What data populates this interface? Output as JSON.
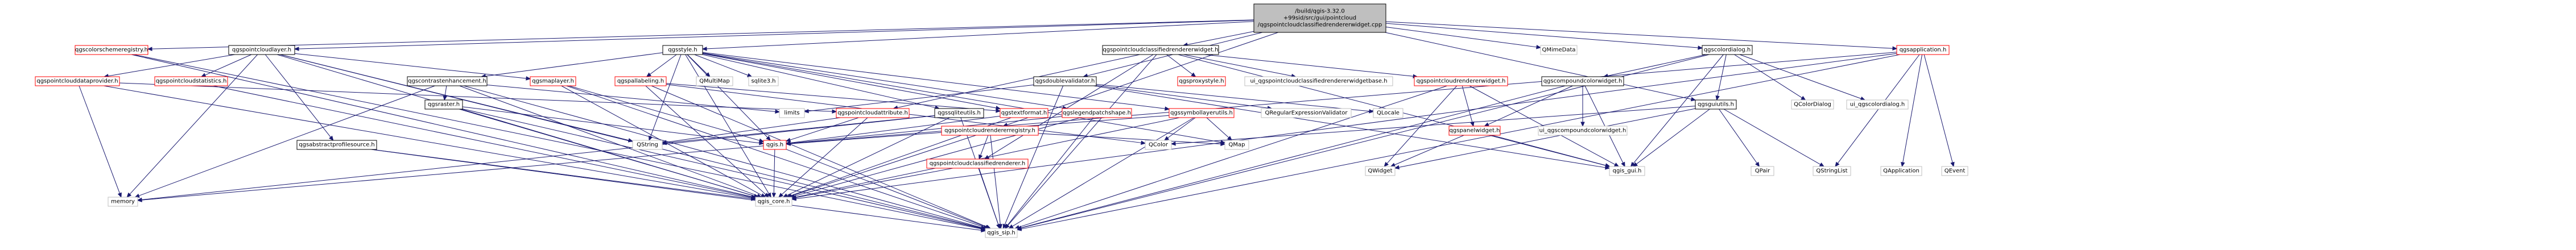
{
  "colors": {
    "edge": "#191970",
    "node_border_black": "#000000",
    "node_border_red": "#ff0000",
    "node_border_grey": "#bfbfbf",
    "node_fill_default": "#ffffff",
    "node_fill_root": "#bfbfbf"
  },
  "nodes": [
    {
      "id": "root",
      "lines": [
        "/build/qgis-3.32.0",
        "+99sid/src/gui/pointcloud",
        "/qgspointcloudclassifiedrendererwidget.cpp"
      ],
      "style": "root"
    },
    {
      "id": "qgscolorschemeregistry",
      "lines": [
        "qgscolorschemeregistry.h"
      ],
      "style": "red"
    },
    {
      "id": "qgspointcloudlayer",
      "lines": [
        "qgspointcloudlayer.h"
      ],
      "style": "black"
    },
    {
      "id": "qgsstyle",
      "lines": [
        "qgsstyle.h"
      ],
      "style": "black"
    },
    {
      "id": "qgspointcloudclassifiedrendererwidget",
      "lines": [
        "qgspointcloudclassifiedrendererwidget.h"
      ],
      "style": "black"
    },
    {
      "id": "qmimedata",
      "lines": [
        "QMimeData"
      ],
      "style": "grey"
    },
    {
      "id": "qgscolordialog",
      "lines": [
        "qgscolordialog.h"
      ],
      "style": "black"
    },
    {
      "id": "qgsapplication",
      "lines": [
        "qgsapplication.h"
      ],
      "style": "red"
    },
    {
      "id": "qgspointclouddataprovider",
      "lines": [
        "qgspointclouddataprovider.h"
      ],
      "style": "red"
    },
    {
      "id": "qgspointcloudstatistics",
      "lines": [
        "qgspointcloudstatistics.h"
      ],
      "style": "red"
    },
    {
      "id": "qgscontrastenhancement",
      "lines": [
        "qgscontrastenhancement.h"
      ],
      "style": "black"
    },
    {
      "id": "qgsmaplayer",
      "lines": [
        "qgsmaplayer.h"
      ],
      "style": "red"
    },
    {
      "id": "qgspallabeling",
      "lines": [
        "qgspallabeling.h"
      ],
      "style": "red"
    },
    {
      "id": "qmultimap",
      "lines": [
        "QMultiMap"
      ],
      "style": "grey"
    },
    {
      "id": "sqlite3",
      "lines": [
        "sqlite3.h"
      ],
      "style": "grey"
    },
    {
      "id": "qgsdoublevalidator",
      "lines": [
        "qgsdoublevalidator.h"
      ],
      "style": "black"
    },
    {
      "id": "qgsproxystyle",
      "lines": [
        "qgsproxystyle.h"
      ],
      "style": "red"
    },
    {
      "id": "ui_widgetbase",
      "lines": [
        "ui_qgspointcloudclassifiedrendererwidgetbase.h"
      ],
      "style": "grey"
    },
    {
      "id": "qgspointcloudrendererwidget",
      "lines": [
        "qgspointcloudrendererwidget.h"
      ],
      "style": "red"
    },
    {
      "id": "qgscompoundcolorwidget",
      "lines": [
        "qgscompoundcolorwidget.h"
      ],
      "style": "black"
    },
    {
      "id": "qgsguiutils",
      "lines": [
        "qgsguiutils.h"
      ],
      "style": "black"
    },
    {
      "id": "qcolordialog",
      "lines": [
        "QColorDialog"
      ],
      "style": "grey"
    },
    {
      "id": "ui_qgscolordialog",
      "lines": [
        "ui_qgscolordialog.h"
      ],
      "style": "grey"
    },
    {
      "id": "qgsraster",
      "lines": [
        "qgsraster.h"
      ],
      "style": "black"
    },
    {
      "id": "limits",
      "lines": [
        "limits"
      ],
      "style": "grey"
    },
    {
      "id": "qgspointcloudattribute",
      "lines": [
        "qgspointcloudattribute.h"
      ],
      "style": "red"
    },
    {
      "id": "qgssqliteutils",
      "lines": [
        "qgssqliteutils.h"
      ],
      "style": "black"
    },
    {
      "id": "qgstextformat",
      "lines": [
        "qgstextformat.h"
      ],
      "style": "red"
    },
    {
      "id": "qgslegendpatchshape",
      "lines": [
        "qgslegendpatchshape.h"
      ],
      "style": "red"
    },
    {
      "id": "qgssymbollayerutils",
      "lines": [
        "qgssymbollayerutils.h"
      ],
      "style": "red"
    },
    {
      "id": "qregularexpressionvalidator",
      "lines": [
        "QRegularExpressionValidator"
      ],
      "style": "grey"
    },
    {
      "id": "qlocale",
      "lines": [
        "QLocale"
      ],
      "style": "grey"
    },
    {
      "id": "qgspointcloudrendererregistry",
      "lines": [
        "qgspointcloudrendererregistry.h"
      ],
      "style": "red"
    },
    {
      "id": "qgspanelwidget",
      "lines": [
        "qgspanelwidget.h"
      ],
      "style": "red"
    },
    {
      "id": "ui_qgscompoundcolorwidget",
      "lines": [
        "ui_qgscompoundcolorwidget.h"
      ],
      "style": "grey"
    },
    {
      "id": "qgsabstractprofilesource",
      "lines": [
        "qgsabstractprofilesource.h"
      ],
      "style": "black"
    },
    {
      "id": "qstring",
      "lines": [
        "QString"
      ],
      "style": "grey"
    },
    {
      "id": "qgis",
      "lines": [
        "qgis.h"
      ],
      "style": "red"
    },
    {
      "id": "qcolor",
      "lines": [
        "QColor"
      ],
      "style": "grey"
    },
    {
      "id": "qmap",
      "lines": [
        "QMap"
      ],
      "style": "grey"
    },
    {
      "id": "qgspointcloudclassifiedrenderer",
      "lines": [
        "qgspointcloudclassifiedrenderer.h"
      ],
      "style": "red"
    },
    {
      "id": "qwidget",
      "lines": [
        "QWidget"
      ],
      "style": "grey"
    },
    {
      "id": "qgis_gui",
      "lines": [
        "qgis_gui.h"
      ],
      "style": "grey"
    },
    {
      "id": "qpair",
      "lines": [
        "QPair"
      ],
      "style": "grey"
    },
    {
      "id": "qstringlist",
      "lines": [
        "QStringList"
      ],
      "style": "grey"
    },
    {
      "id": "qapplication",
      "lines": [
        "QApplication"
      ],
      "style": "grey"
    },
    {
      "id": "qevent",
      "lines": [
        "QEvent"
      ],
      "style": "grey"
    },
    {
      "id": "memory",
      "lines": [
        "memory"
      ],
      "style": "grey"
    },
    {
      "id": "qgis_core",
      "lines": [
        "qgis_core.h"
      ],
      "style": "grey"
    },
    {
      "id": "qgis_sip",
      "lines": [
        "qgis_sip.h"
      ],
      "style": "grey"
    }
  ],
  "edges": [
    [
      "root",
      "qgscolorschemeregistry"
    ],
    [
      "root",
      "qgspointcloudlayer"
    ],
    [
      "root",
      "qgsstyle"
    ],
    [
      "root",
      "qgspointcloudclassifiedrendererwidget"
    ],
    [
      "root",
      "qmimedata"
    ],
    [
      "root",
      "qgscolordialog"
    ],
    [
      "root",
      "qgsapplication"
    ],
    [
      "root",
      "qgspointcloudrendererregistry"
    ],
    [
      "root",
      "qgsdoublevalidator"
    ],
    [
      "root",
      "qgsguiutils"
    ],
    [
      "qgscolorschemeregistry",
      "qgis_core"
    ],
    [
      "qgscolorschemeregistry",
      "qgis_sip"
    ],
    [
      "qgspointcloudlayer",
      "qgspointclouddataprovider"
    ],
    [
      "qgspointcloudlayer",
      "qgspointcloudstatistics"
    ],
    [
      "qgspointcloudlayer",
      "qgsmaplayer"
    ],
    [
      "qgspointcloudlayer",
      "qgsabstractprofilesource"
    ],
    [
      "qgspointcloudlayer",
      "qstring"
    ],
    [
      "qgspointcloudlayer",
      "qgis_core"
    ],
    [
      "qgspointcloudlayer",
      "qgis_sip"
    ],
    [
      "qgspointcloudlayer",
      "memory"
    ],
    [
      "qgspointclouddataprovider",
      "qgspointcloudattribute"
    ],
    [
      "qgspointclouddataprovider",
      "qgis_core"
    ],
    [
      "qgspointclouddataprovider",
      "memory"
    ],
    [
      "qgspointcloudstatistics",
      "qgis_core"
    ],
    [
      "qgsstyle",
      "qgscontrastenhancement"
    ],
    [
      "qgsstyle",
      "qgspallabeling"
    ],
    [
      "qgsstyle",
      "qmultimap"
    ],
    [
      "qgsstyle",
      "sqlite3"
    ],
    [
      "qgsstyle",
      "qgssqliteutils"
    ],
    [
      "qgsstyle",
      "qgstextformat"
    ],
    [
      "qgsstyle",
      "qgslegendpatchshape"
    ],
    [
      "qgsstyle",
      "qgssymbollayerutils"
    ],
    [
      "qgsstyle",
      "qgis"
    ],
    [
      "qgsstyle",
      "qstring"
    ],
    [
      "qgsstyle",
      "qmap"
    ],
    [
      "qgsstyle",
      "qgis_core"
    ],
    [
      "qgscontrastenhancement",
      "qgsraster"
    ],
    [
      "qgscontrastenhancement",
      "limits"
    ],
    [
      "qgscontrastenhancement",
      "qgis_core"
    ],
    [
      "qgscontrastenhancement",
      "qgis_sip"
    ],
    [
      "qgscontrastenhancement",
      "memory"
    ],
    [
      "qgsraster",
      "qgis"
    ],
    [
      "qgsraster",
      "qgis_core"
    ],
    [
      "qgsraster",
      "qgis_sip"
    ],
    [
      "qgsmaplayer",
      "qgis"
    ],
    [
      "qgsmaplayer",
      "qgis_core"
    ],
    [
      "qgsmaplayer",
      "qgis_sip"
    ],
    [
      "qgspallabeling",
      "qgstextformat"
    ],
    [
      "qgspallabeling",
      "qgis_core"
    ],
    [
      "qgspallabeling",
      "qgis_sip"
    ],
    [
      "qgspallabeling",
      "qcolor"
    ],
    [
      "qgssqliteutils",
      "qgis_core"
    ],
    [
      "qgssqliteutils",
      "qgis_sip"
    ],
    [
      "qgssqliteutils",
      "qstring"
    ],
    [
      "qgssqliteutils",
      "memory"
    ],
    [
      "qgstextformat",
      "qgis"
    ],
    [
      "qgstextformat",
      "qgis_core"
    ],
    [
      "qgslegendpatchshape",
      "qgis"
    ],
    [
      "qgslegendpatchshape",
      "qgis_core"
    ],
    [
      "qgslegendpatchshape",
      "qgis_sip"
    ],
    [
      "qgssymbollayerutils",
      "qgis"
    ],
    [
      "qgssymbollayerutils",
      "qgis_core"
    ],
    [
      "qgssymbollayerutils",
      "qgis_sip"
    ],
    [
      "qgssymbollayerutils",
      "qcolor"
    ],
    [
      "qgssymbollayerutils",
      "qmap"
    ],
    [
      "qgis",
      "qgis_core"
    ],
    [
      "qgis",
      "qgis_sip"
    ],
    [
      "qgis",
      "memory"
    ],
    [
      "qgspointcloudattribute",
      "qgis"
    ],
    [
      "qgspointcloudattribute",
      "qgis_core"
    ],
    [
      "qgspointcloudattribute",
      "qstring"
    ],
    [
      "qgsabstractprofilesource",
      "qgis_core"
    ],
    [
      "qgsabstractprofilesource",
      "qgis_sip"
    ],
    [
      "qgspointcloudclassifiedrendererwidget",
      "qgsproxystyle"
    ],
    [
      "qgspointcloudclassifiedrendererwidget",
      "ui_widgetbase"
    ],
    [
      "qgspointcloudclassifiedrendererwidget",
      "qgspointcloudrendererwidget"
    ],
    [
      "qgspointcloudclassifiedrendererwidget",
      "qgspointcloudclassifiedrenderer"
    ],
    [
      "qgspointcloudclassifiedrendererwidget",
      "qgis_gui"
    ],
    [
      "qgspointcloudclassifiedrendererwidget",
      "qgis_sip"
    ],
    [
      "qgspointcloudclassifiedrendererwidget",
      "qgspointcloudattribute"
    ],
    [
      "qgspointcloudrendererwidget",
      "qgspanelwidget"
    ],
    [
      "qgspointcloudrendererwidget",
      "qwidget"
    ],
    [
      "qgspointcloudrendererwidget",
      "qgis_gui"
    ],
    [
      "qgspointcloudrendererwidget",
      "qgis_sip"
    ],
    [
      "qgspanelwidget",
      "qwidget"
    ],
    [
      "qgspanelwidget",
      "qgis_gui"
    ],
    [
      "qgspointcloudrendererregistry",
      "qgis_core"
    ],
    [
      "qgspointcloudrendererregistry",
      "qgis_sip"
    ],
    [
      "qgspointcloudrendererregistry",
      "qmap"
    ],
    [
      "qgspointcloudrendererregistry",
      "qgspointcloudclassifiedrenderer"
    ],
    [
      "qgspointcloudclassifiedrenderer",
      "qgis_core"
    ],
    [
      "qgspointcloudclassifiedrenderer",
      "qgis_sip"
    ],
    [
      "qgsdoublevalidator",
      "limits"
    ],
    [
      "qgsdoublevalidator",
      "qregularexpressionvalidator"
    ],
    [
      "qgsdoublevalidator",
      "qlocale"
    ],
    [
      "qgsdoublevalidator",
      "qgis_sip"
    ],
    [
      "qgsdoublevalidator",
      "qgis_gui"
    ],
    [
      "qgscolordialog",
      "qgscompoundcolorwidget"
    ],
    [
      "qgscolordialog",
      "qcolordialog"
    ],
    [
      "qgscolordialog",
      "ui_qgscolordialog"
    ],
    [
      "qgscolordialog",
      "qgsguiutils"
    ],
    [
      "qgscolordialog",
      "qgis_gui"
    ],
    [
      "qgscolordialog",
      "qgis_sip"
    ],
    [
      "qgscompoundcolorwidget",
      "qgspanelwidget"
    ],
    [
      "qgscompoundcolorwidget",
      "ui_qgscompoundcolorwidget"
    ],
    [
      "qgscompoundcolorwidget",
      "qgis_gui"
    ],
    [
      "qgscompoundcolorwidget",
      "qgis_sip"
    ],
    [
      "qgsguiutils",
      "qcolor"
    ],
    [
      "qgsguiutils",
      "qwidget"
    ],
    [
      "qgsguiutils",
      "qpair"
    ],
    [
      "qgsguiutils",
      "qstringlist"
    ],
    [
      "qgsguiutils",
      "qgis_gui"
    ],
    [
      "qgsapplication",
      "qapplication"
    ],
    [
      "qgsapplication",
      "qevent"
    ],
    [
      "qgsapplication",
      "qstringlist"
    ],
    [
      "qgsapplication",
      "qgis_core"
    ],
    [
      "qgsapplication",
      "qgis_sip"
    ],
    [
      "qgsapplication",
      "qgis"
    ]
  ]
}
